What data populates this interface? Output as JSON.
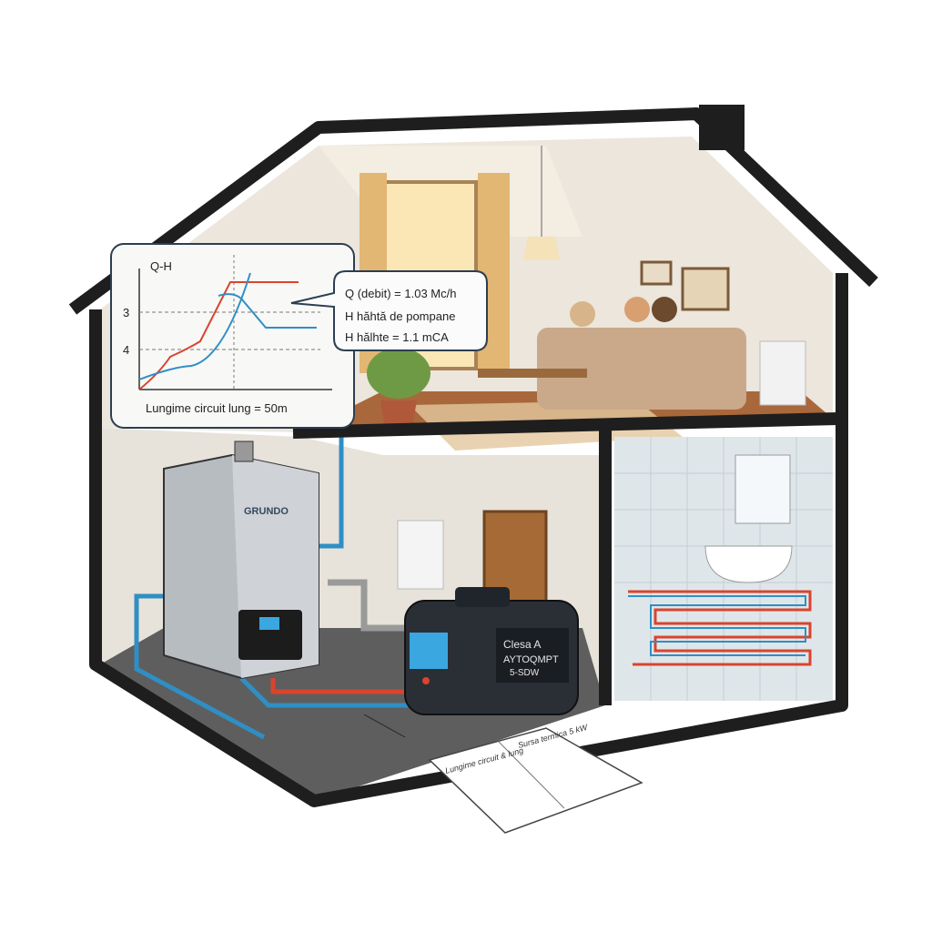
{
  "chart_data": {
    "type": "line",
    "title": "Q-H",
    "xlabel": "Lungime circuit lung = 50m",
    "ylabel": "",
    "y_tick_labels": [
      "3",
      "4"
    ],
    "series": [
      {
        "name": "red-curve",
        "color": "#d9442e"
      },
      {
        "name": "blue-curve",
        "color": "#2f8fc4"
      }
    ]
  },
  "callout": {
    "line1": "Q (debit) = 1.03 Mc/h",
    "line2": "H hăhtă de pompane",
    "line3": "H hălhte = 1.1 mCA"
  },
  "boiler": {
    "brand": "GRUNDO"
  },
  "pump": {
    "line1": "Clesa A",
    "line2": "AYTOQMPT",
    "line3": "5-SDW"
  },
  "notebook": {
    "left_note": "Lungime circuit & lung",
    "right_note": "Sursa termica 5 kW"
  },
  "colors": {
    "hot": "#d9442e",
    "cold": "#2f8fc4",
    "wall": "#1e1e1e"
  }
}
